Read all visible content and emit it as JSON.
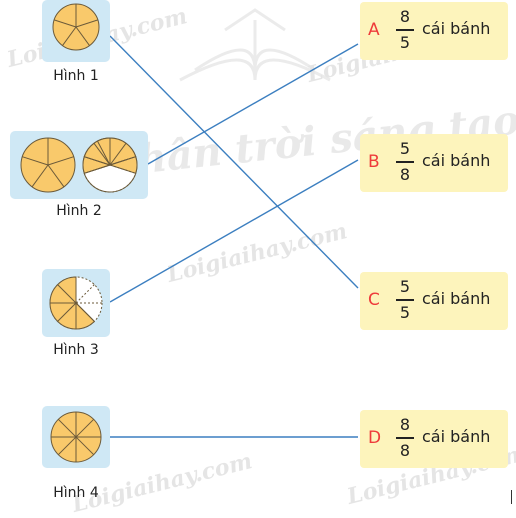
{
  "figures": [
    {
      "label": "Hình 1"
    },
    {
      "label": "Hình 2"
    },
    {
      "label": "Hình 3"
    },
    {
      "label": "Hình 4"
    }
  ],
  "answers": [
    {
      "letter": "A",
      "numerator": "8",
      "denominator": "5",
      "text": "cái bánh"
    },
    {
      "letter": "B",
      "numerator": "5",
      "denominator": "8",
      "text": "cái bánh"
    },
    {
      "letter": "C",
      "numerator": "5",
      "denominator": "5",
      "text": "cái bánh"
    },
    {
      "letter": "D",
      "numerator": "8",
      "denominator": "8",
      "text": "cái bánh"
    }
  ],
  "watermarks": {
    "brand": "Loigiaihay.com",
    "publisher": "Chân trời sáng tạo"
  },
  "colors": {
    "cake_fill": "#f9c96b",
    "cake_stroke": "#6b5a3a",
    "figure_bg": "#cfe8f5",
    "answer_bg": "#fdf4bc",
    "letter": "#ee3b3b",
    "connector": "#3c7fc0"
  }
}
